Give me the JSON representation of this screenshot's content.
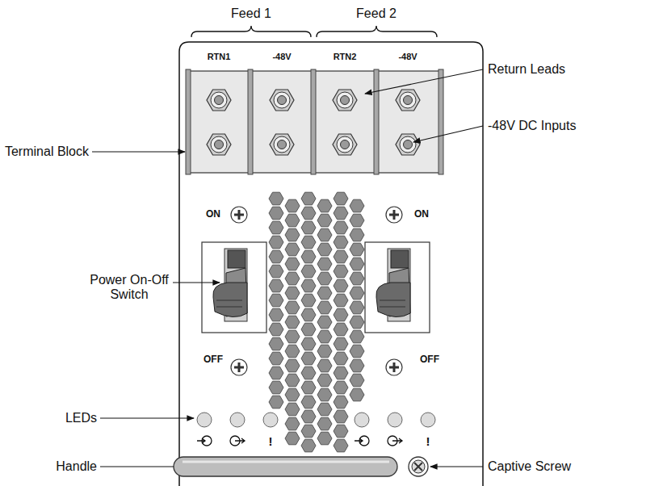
{
  "diagram": {
    "labels": [
      "Feed 1",
      "Feed 2",
      "RTN1",
      "-48V",
      "RTN2",
      "-48V",
      "Return Leads",
      "Terminal Block",
      "-48V DC Inputs",
      "ON",
      "ON",
      "Power On-Off Switch",
      "OFF",
      "OFF",
      "LEDs",
      "!",
      "!",
      "Handle",
      "Captive Screw"
    ]
  }
}
